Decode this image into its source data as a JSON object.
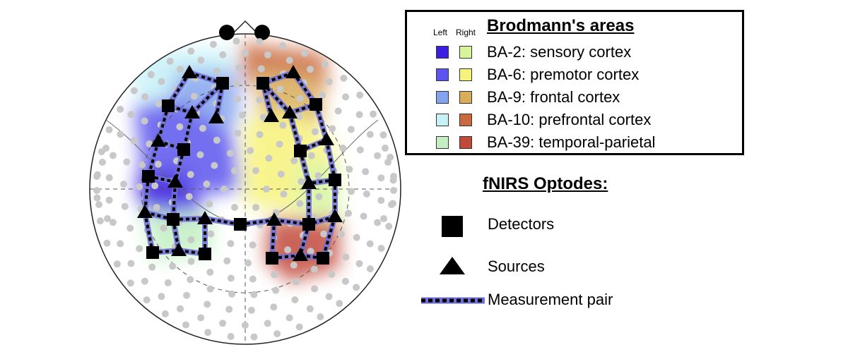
{
  "legend": {
    "title": "Brodmann's areas",
    "col_left": "Left",
    "col_right": "Right",
    "areas": [
      {
        "label": "BA-2: sensory cortex",
        "left_color": "#3a1fe0",
        "right_color": "#d6f59a"
      },
      {
        "label": "BA-6: premotor cortex",
        "left_color": "#5b55ee",
        "right_color": "#f7f37a"
      },
      {
        "label": "BA-9: frontal cortex",
        "left_color": "#84a4ee",
        "right_color": "#d9ad5a"
      },
      {
        "label": "BA-10: prefrontal cortex",
        "left_color": "#c6f1f7",
        "right_color": "#c9693d"
      },
      {
        "label": "BA-39: temporal-parietal",
        "left_color": "#c2f0c2",
        "right_color": "#c24a3b"
      }
    ]
  },
  "optodes": {
    "title": "fNIRS Optodes:",
    "detectors_label": "Detectors",
    "sources_label": "Sources",
    "pair_label": "Measurement pair"
  },
  "colors": {
    "channel": "#6e70d6",
    "grid_dot": "#c8c8c8",
    "marker": "#000000"
  }
}
